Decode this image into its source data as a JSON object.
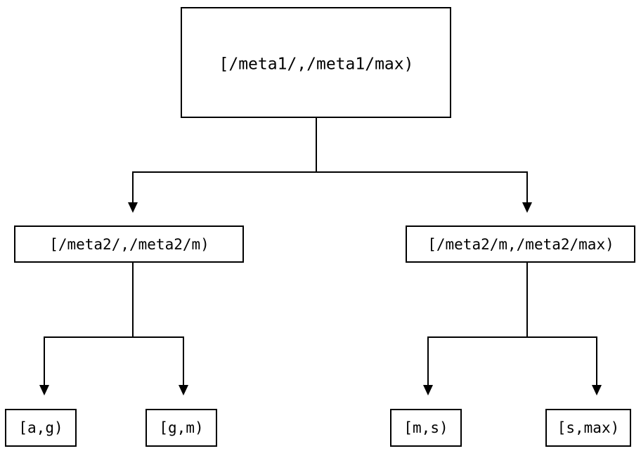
{
  "diagram": {
    "type": "tree",
    "orientation": "top-down",
    "background_color": "#ffffff",
    "line_color": "#000000",
    "text_color": "#000000",
    "nodes": {
      "root": {
        "label": "[/meta1/,/meta1/max)"
      },
      "mid_left": {
        "label": "[/meta2/,/meta2/m)"
      },
      "mid_right": {
        "label": "[/meta2/m,/meta2/max)"
      },
      "leaf_1": {
        "label": "[a,g)"
      },
      "leaf_2": {
        "label": "[g,m)"
      },
      "leaf_3": {
        "label": "[m,s)"
      },
      "leaf_4": {
        "label": "[s,max)"
      }
    },
    "edges": [
      {
        "from": "root",
        "to": "mid_left",
        "arrow": "arrow-down-icon"
      },
      {
        "from": "root",
        "to": "mid_right",
        "arrow": "arrow-down-icon"
      },
      {
        "from": "mid_left",
        "to": "leaf_1",
        "arrow": "arrow-down-icon"
      },
      {
        "from": "mid_left",
        "to": "leaf_2",
        "arrow": "arrow-down-icon"
      },
      {
        "from": "mid_right",
        "to": "leaf_3",
        "arrow": "arrow-down-icon"
      },
      {
        "from": "mid_right",
        "to": "leaf_4",
        "arrow": "arrow-down-icon"
      }
    ]
  }
}
